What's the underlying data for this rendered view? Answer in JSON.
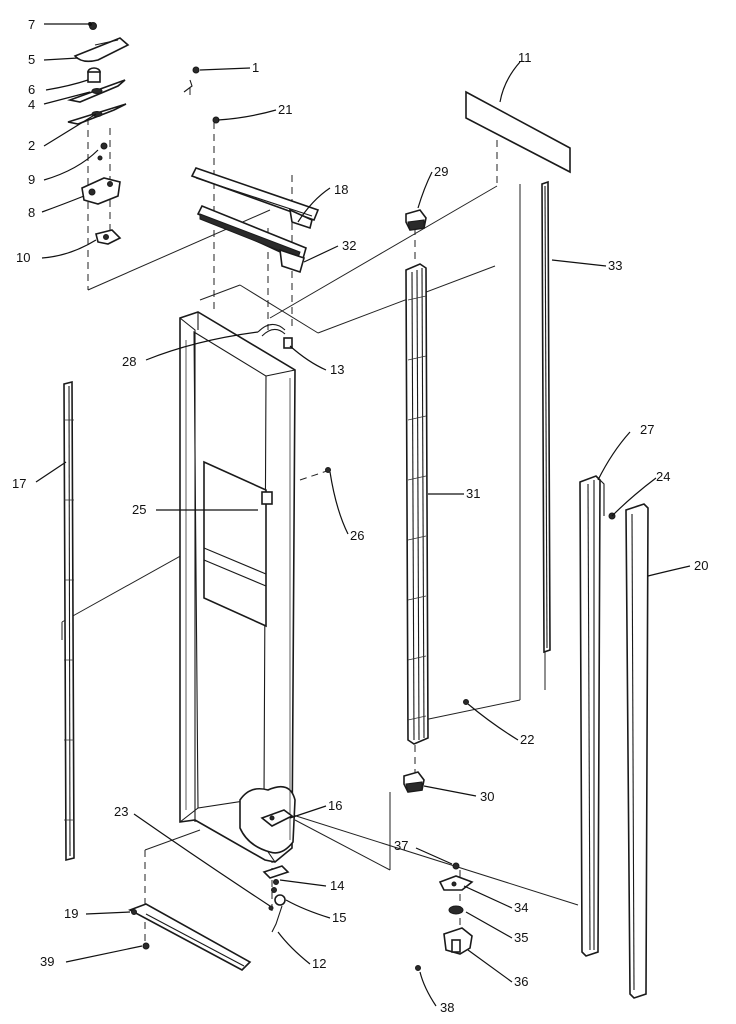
{
  "labels": {
    "l1": "1",
    "l2": "2",
    "l4": "4",
    "l5": "5",
    "l6": "6",
    "l7": "7",
    "l8": "8",
    "l9": "9",
    "l10": "10",
    "l11": "11",
    "l12": "12",
    "l13": "13",
    "l14": "14",
    "l15": "15",
    "l16": "16",
    "l17": "17",
    "l18": "18",
    "l19": "19",
    "l20": "20",
    "l21": "21",
    "l22": "22",
    "l23": "23",
    "l24": "24",
    "l25": "25",
    "l26": "26",
    "l27": "27",
    "l28": "28",
    "l29": "29",
    "l30": "30",
    "l31": "31",
    "l32": "32",
    "l33": "33",
    "l34": "34",
    "l35": "35",
    "l36": "36",
    "l37": "37",
    "l38": "38",
    "l39": "39"
  }
}
